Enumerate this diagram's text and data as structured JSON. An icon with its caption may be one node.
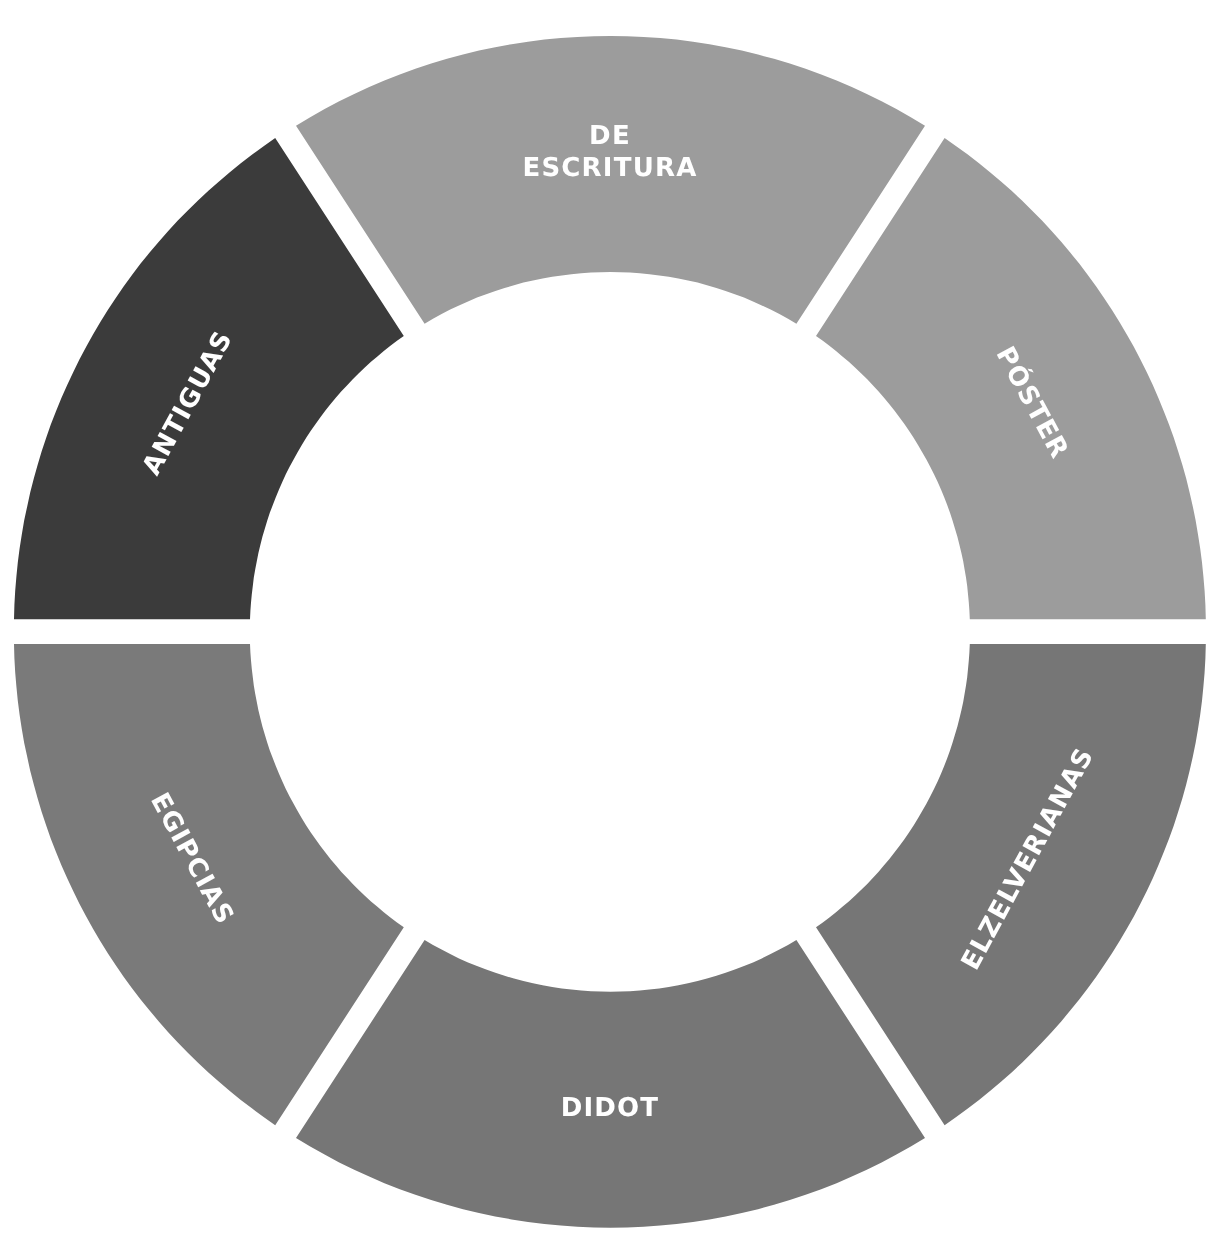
{
  "diagram": {
    "nodes": [
      {
        "text": [
          "DE ESCRITURA"
        ]
      },
      {
        "text": [
          "PÓSTER"
        ]
      },
      {
        "text": [
          "ELZELVERIANAS"
        ]
      },
      {
        "text": [
          "DIDOT"
        ]
      },
      {
        "text": [
          "EGIPCIAS"
        ]
      },
      {
        "text": [
          "ANTIGUAS"
        ]
      }
    ]
  }
}
